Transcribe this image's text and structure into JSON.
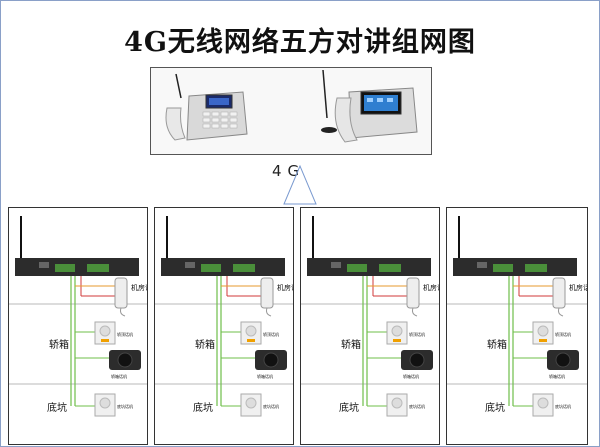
{
  "title": "4G无线网络五方对讲组网图",
  "network_label": "4G",
  "systems": [
    {
      "machine_room": "机房话机",
      "car": "轿箱",
      "pit": "底坑",
      "car_intercom": "轿顶话机",
      "car_speaker": "轿箱话机",
      "pit_intercom": "底坑话机"
    },
    {
      "machine_room": "机房话机",
      "car": "轿箱",
      "pit": "底坑",
      "car_intercom": "轿顶话机",
      "car_speaker": "轿箱话机",
      "pit_intercom": "底坑话机"
    },
    {
      "machine_room": "机房话机",
      "car": "轿箱",
      "pit": "底坑",
      "car_intercom": "轿顶话机",
      "car_speaker": "轿箱话机",
      "pit_intercom": "底坑话机"
    },
    {
      "machine_room": "机房话机",
      "car": "轿箱",
      "pit": "底坑",
      "car_intercom": "轿顶话机",
      "car_speaker": "轿箱话机",
      "pit_intercom": "底坑话机"
    }
  ],
  "colors": {
    "wire_green": "#6fbf4a",
    "wire_red": "#d23a3a",
    "wire_orange": "#e79a2e",
    "device_dark": "#2c2c2c"
  }
}
